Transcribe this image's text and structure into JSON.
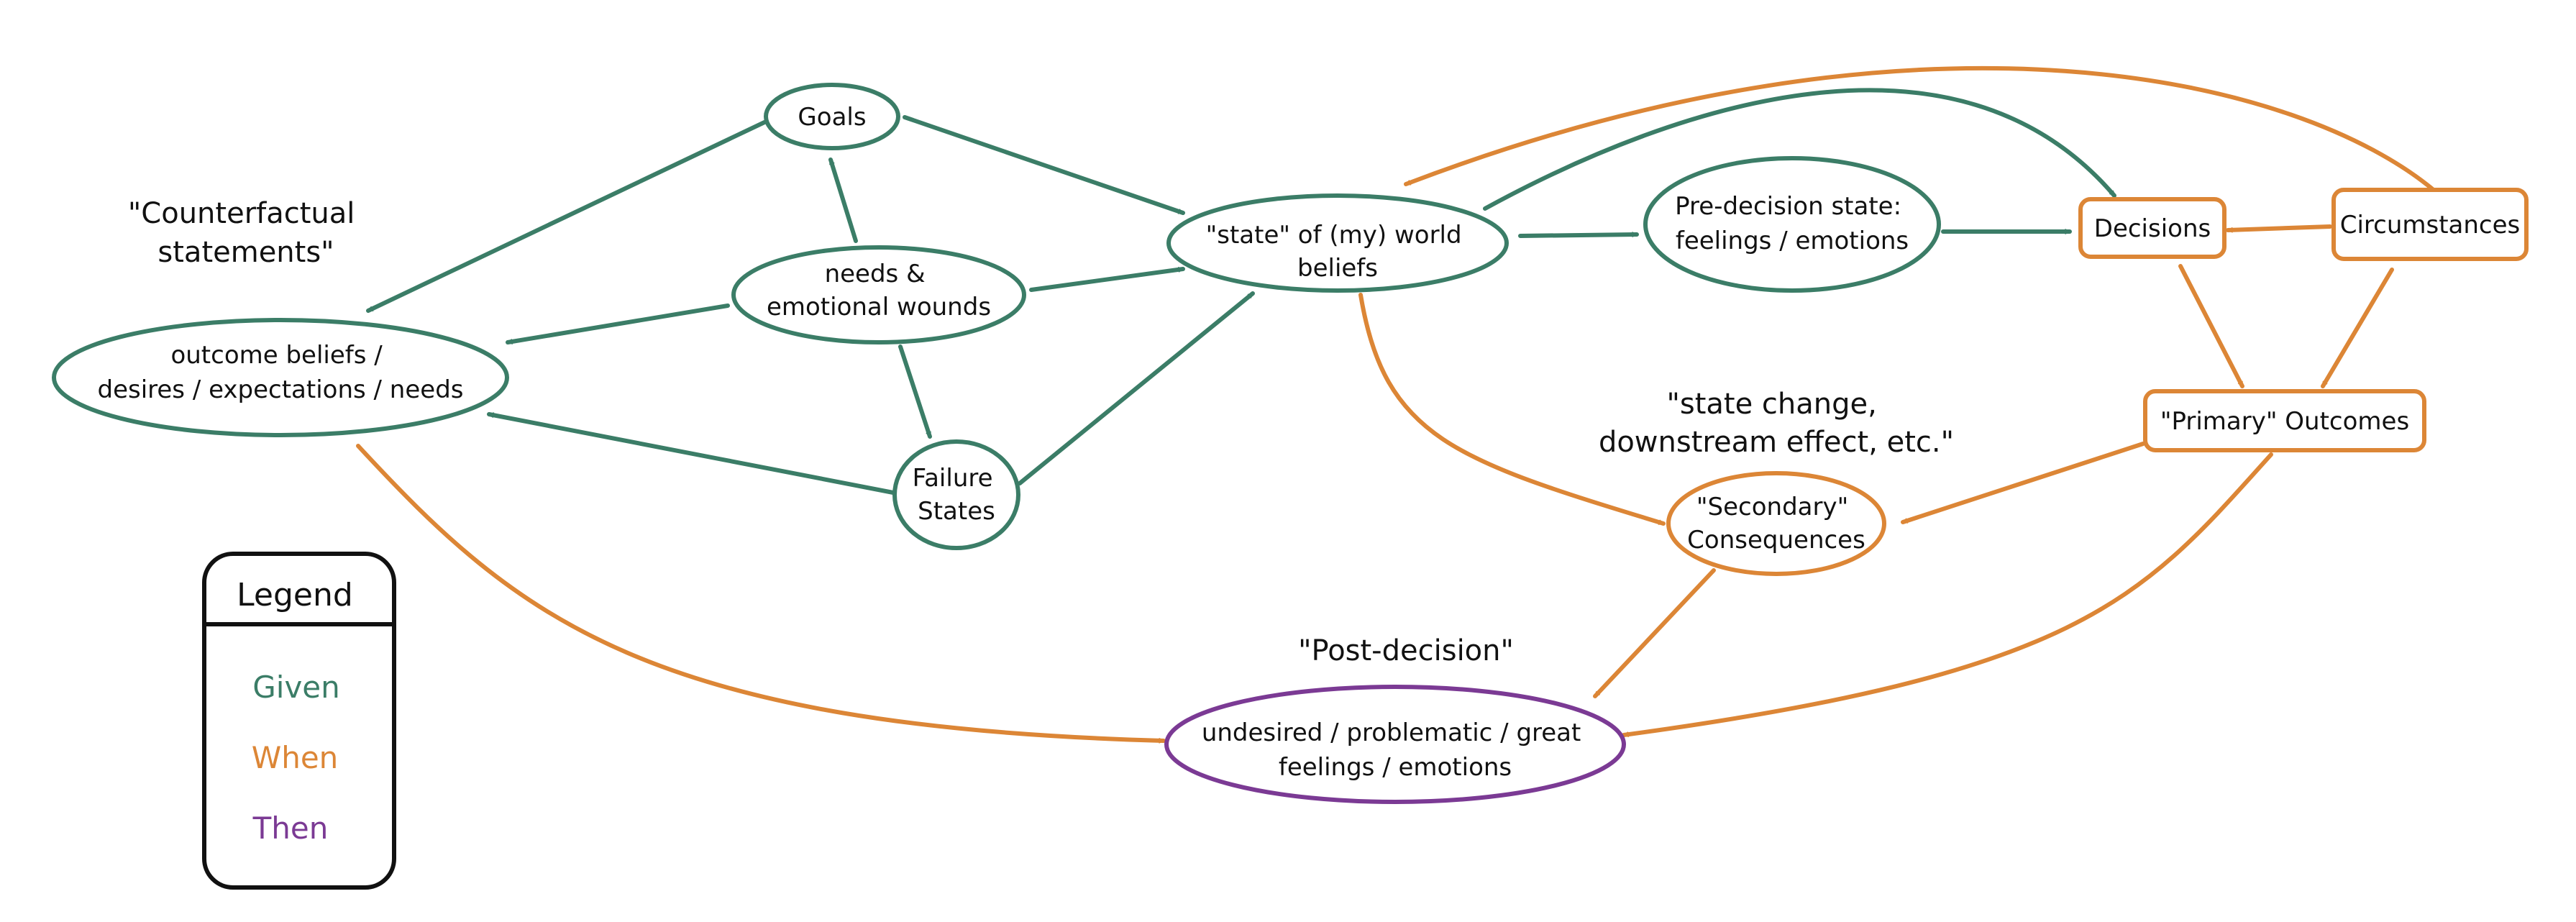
{
  "colors": {
    "given": "#3b7d67",
    "when": "#dc8636",
    "then": "#7b3a94",
    "ink": "#111111"
  },
  "nodes": {
    "goals": "Goals",
    "needs": [
      "needs &",
      "emotional wounds"
    ],
    "outcome_beliefs": [
      "outcome beliefs /",
      "desires / expectations / needs"
    ],
    "failure_states": [
      "Failure",
      "States"
    ],
    "state_beliefs": [
      "\"state\" of (my) world",
      "beliefs"
    ],
    "pre_decision": [
      "Pre-decision state:",
      "feelings / emotions"
    ],
    "decisions": "Decisions",
    "circumstances": "Circumstances",
    "primary_outcomes": "\"Primary\" Outcomes",
    "secondary": [
      "\"Secondary\"",
      "Consequences"
    ],
    "feelings": [
      "undesired / problematic / great",
      "feelings / emotions"
    ]
  },
  "annotations": {
    "counterfactual": [
      "\"Counterfactual",
      "statements\""
    ],
    "state_change": [
      "\"state change,",
      "downstream effect, etc.\""
    ],
    "post_decision": "\"Post-decision\""
  },
  "legend": {
    "title": "Legend",
    "given": "Given",
    "when": "When",
    "then": "Then"
  }
}
